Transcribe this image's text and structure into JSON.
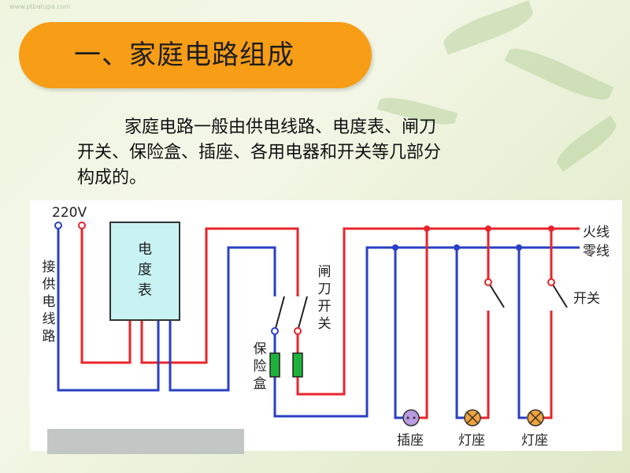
{
  "watermark": "www.ptbatupa.com",
  "title": "一、家庭电路组成",
  "paragraph": {
    "line1": "家庭电路一般由供电线路、电度表、闸刀",
    "line2": "开关、保险盒、插座、各用电器和开关等几部分",
    "line3": "构成的。"
  },
  "diagram": {
    "voltage": "220V",
    "supply_label": "接供电线路",
    "meter_label": "电度表",
    "knife_switch_label": "闸刀开关",
    "fuse_label": "保险盒",
    "live_label": "火线",
    "neutral_label": "零线",
    "switch_label": "开关",
    "socket_label": "插座",
    "lamp1_label": "灯座",
    "lamp2_label": "灯座"
  },
  "colors": {
    "live_wire": "#e8242b",
    "neutral_wire": "#2b3fc4",
    "meter_fill": "#c9f3f3",
    "fuse_fill": "#1db33a",
    "title_bg": "#f79d16",
    "socket_fill": "#b89be0",
    "lamp_fill": "#f1a43a"
  }
}
